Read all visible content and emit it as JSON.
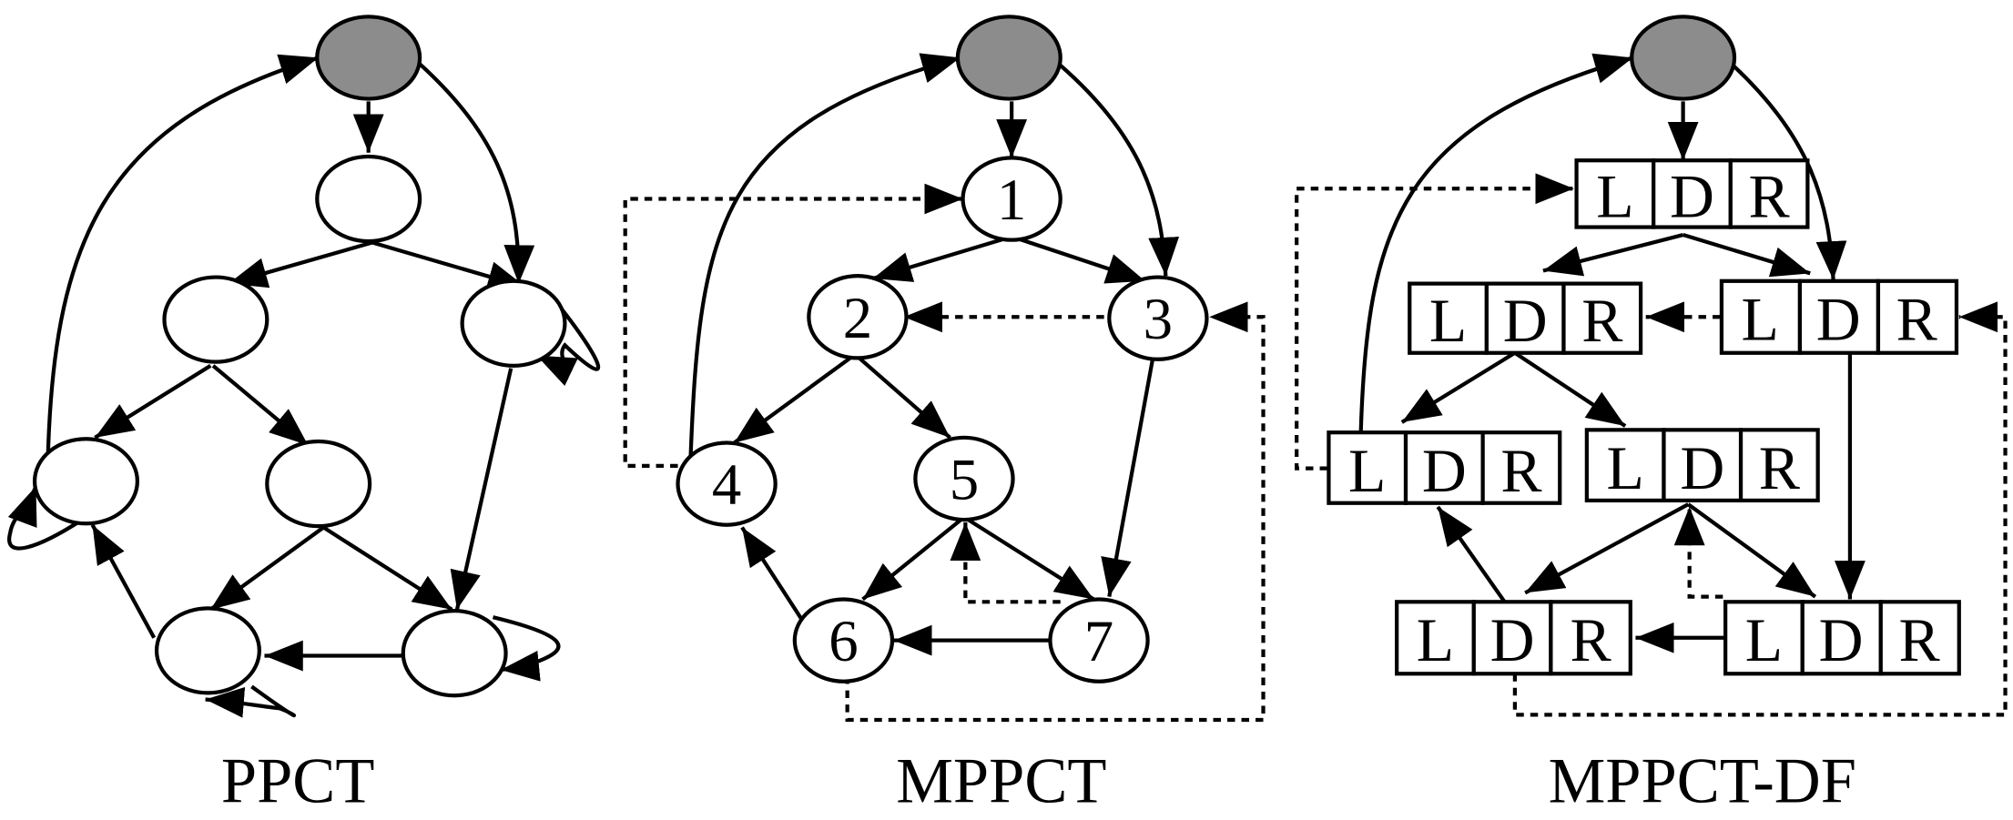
{
  "figure": {
    "panels": [
      {
        "caption": "PPCT",
        "node_labels": [
          "",
          "",
          "",
          "",
          "",
          "",
          "",
          ""
        ]
      },
      {
        "caption": "MPPCT",
        "node_labels": [
          "1",
          "2",
          "3",
          "4",
          "5",
          "6",
          "7"
        ]
      },
      {
        "caption": "MPPCT-DF",
        "cell_labels": [
          "L",
          "D",
          "R"
        ]
      }
    ],
    "colors": {
      "root_fill": "#8c8c8c",
      "node_fill": "#ffffff",
      "stroke": "#000000"
    }
  }
}
